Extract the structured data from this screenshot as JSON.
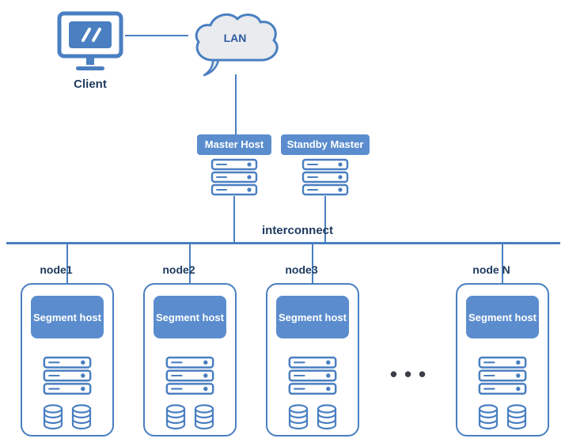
{
  "colors": {
    "primary": "#4a7fc1",
    "badge": "#5b8dce",
    "label": "#1e3a5f",
    "cloud_fill": "#e9ebee",
    "dots": "#3a3f47"
  },
  "client": {
    "label": "Client"
  },
  "lan": {
    "label": "LAN"
  },
  "masters": {
    "master_label": "Master Host",
    "standby_label": "Standby Master"
  },
  "interconnect": {
    "label": "interconnect"
  },
  "dots": "•••",
  "nodes": [
    {
      "name": "node1",
      "segment_label": "Segment host"
    },
    {
      "name": "node2",
      "segment_label": "Segment host"
    },
    {
      "name": "node3",
      "segment_label": "Segment host"
    },
    {
      "name": "node N",
      "segment_label": "Segment host"
    }
  ]
}
